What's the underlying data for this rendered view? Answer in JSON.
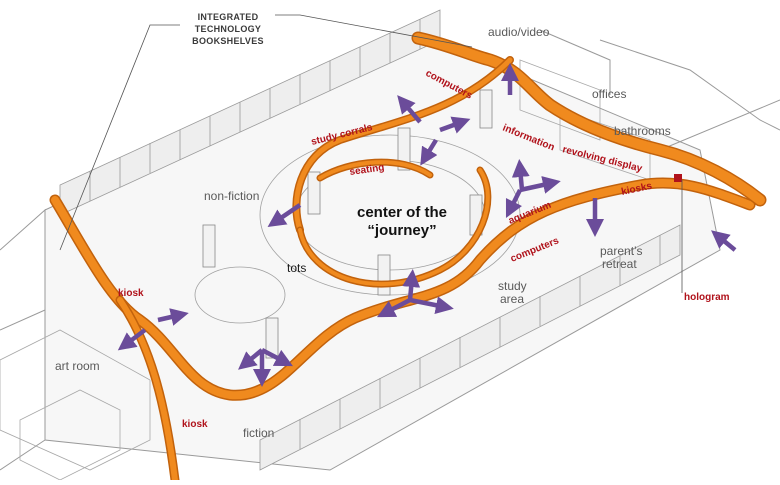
{
  "callout": {
    "line1": "INTEGRATED",
    "line2": "TECHNOLOGY",
    "line3": "BOOKSHELVES"
  },
  "areas": {
    "audio_video": "audio/video",
    "offices": "offices",
    "bathrooms": "bathrooms",
    "non_fiction": "non-fiction",
    "tots": "tots",
    "parents_retreat_1": "parent’s",
    "parents_retreat_2": "retreat",
    "study_area_1": "study",
    "study_area_2": "area",
    "art_room": "art room",
    "fiction": "fiction",
    "center_1": "center of the",
    "center_2": "“journey”"
  },
  "features": {
    "computers_top": "computers",
    "study_corrals": "study corrals",
    "seating": "seating",
    "information": "information",
    "revolving_display": "revolving display",
    "kiosks": "kiosks",
    "aquarium": "aquarium",
    "computers_mid": "computers",
    "kiosk_left": "kiosk",
    "kiosk_bottom": "kiosk",
    "hologram": "hologram"
  },
  "colors": {
    "ribbon": "#f08a1e",
    "ribbon_dark": "#c2620c",
    "arrow": "#6b4c9a",
    "feature_text": "#b0121b",
    "line": "#8a8a8a"
  }
}
